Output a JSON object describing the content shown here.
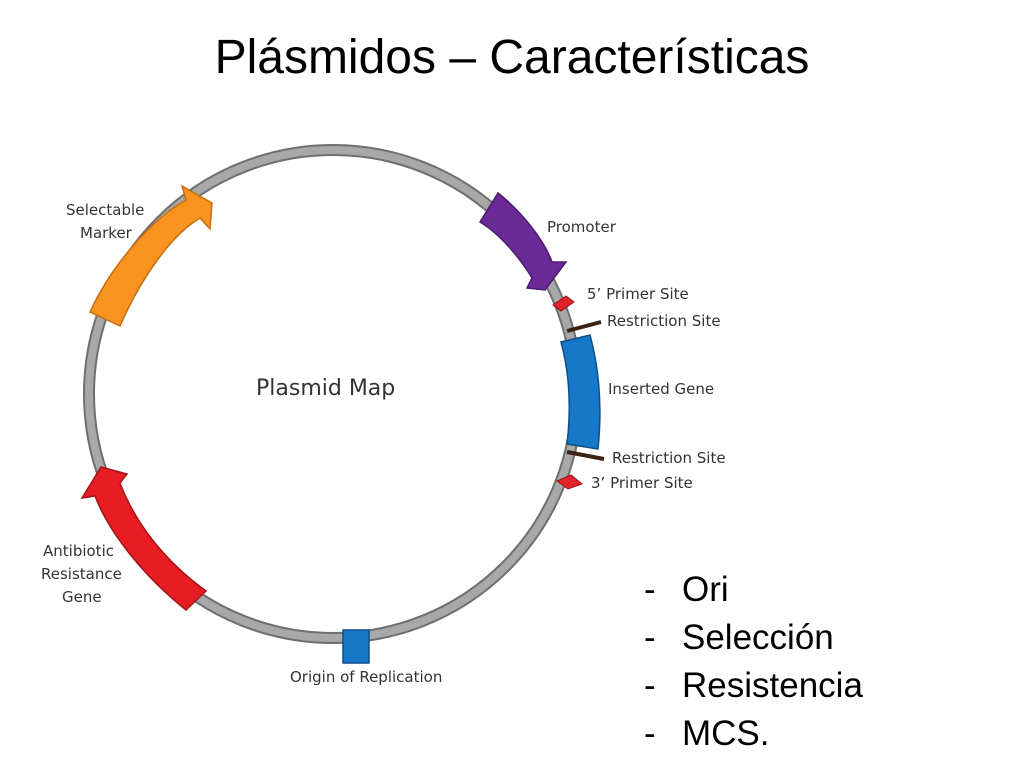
{
  "title": "Plásmidos – Características",
  "diagram": {
    "center_label": "Plasmid Map",
    "elements": [
      {
        "label": "Promoter",
        "color": "#6a2a97"
      },
      {
        "label": "5’ Primer Site",
        "color": "#e3232b"
      },
      {
        "label": "Restriction Site",
        "color": "#3b2314"
      },
      {
        "label": "Inserted Gene",
        "color": "#1678c8"
      },
      {
        "label": "Restriction Site",
        "color": "#3b2314"
      },
      {
        "label": "3’ Primer Site",
        "color": "#e3232b"
      },
      {
        "label": "Origin of Replication",
        "color": "#1678c8"
      },
      {
        "label": "Antibiotic Resistance Gene",
        "lines": [
          "Antibiotic",
          "Resistance",
          "Gene"
        ],
        "color": "#e81d24"
      },
      {
        "label": "Selectable Marker",
        "lines": [
          "Selectable",
          "Marker"
        ],
        "color": "#f7931e"
      }
    ],
    "ring_color": "#9c9c9c"
  },
  "bullets": [
    {
      "dash": "-",
      "text": "Ori"
    },
    {
      "dash": "-",
      "text": "Selección"
    },
    {
      "dash": "-",
      "text": "Resistencia"
    },
    {
      "dash": "-",
      "text": "MCS."
    }
  ]
}
